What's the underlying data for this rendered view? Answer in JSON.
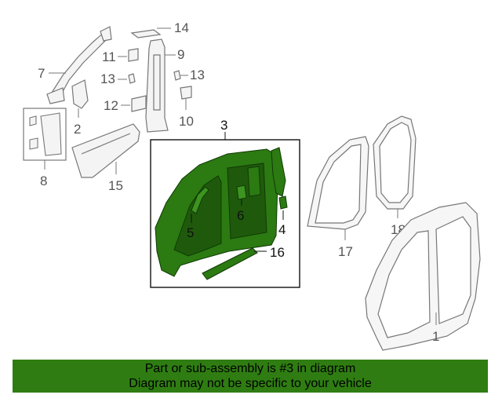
{
  "colors": {
    "highlight_part": "#2c7a12",
    "banner_bg": "#2f7d12",
    "line_grey": "#888888"
  },
  "callouts": {
    "c1": "1",
    "c2": "2",
    "c3": "3",
    "c4": "4",
    "c5": "5",
    "c6": "6",
    "c7": "7",
    "c8": "8",
    "c9": "9",
    "c10": "10",
    "c11": "11",
    "c12": "12",
    "c13a": "13",
    "c13b": "13",
    "c14": "14",
    "c15": "15",
    "c16": "16",
    "c17": "17",
    "c18": "18"
  },
  "banner": {
    "line1": "Part or sub-assembly is #3 in diagram",
    "line2": "Diagram may not be specific to your vehicle"
  }
}
